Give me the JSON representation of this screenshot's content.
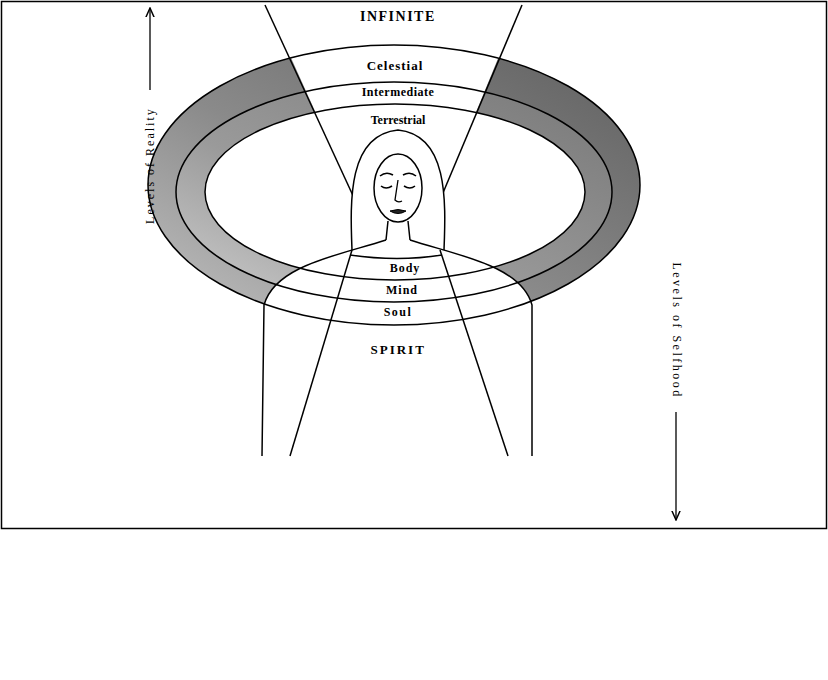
{
  "diagram": {
    "nodes": [
      {
        "text": [
          "Celestial"
        ]
      },
      {
        "text": [
          "Intermediate"
        ]
      },
      {
        "text": [
          "Terrestrial"
        ]
      },
      {
        "text": [
          "Body"
        ]
      },
      {
        "text": [
          "Mind"
        ]
      },
      {
        "text": [
          "Soul"
        ]
      }
    ],
    "labels": [
      "INFINITE",
      "SPIRIT",
      "Levels of Reality",
      "Levels of Selfhood"
    ]
  }
}
